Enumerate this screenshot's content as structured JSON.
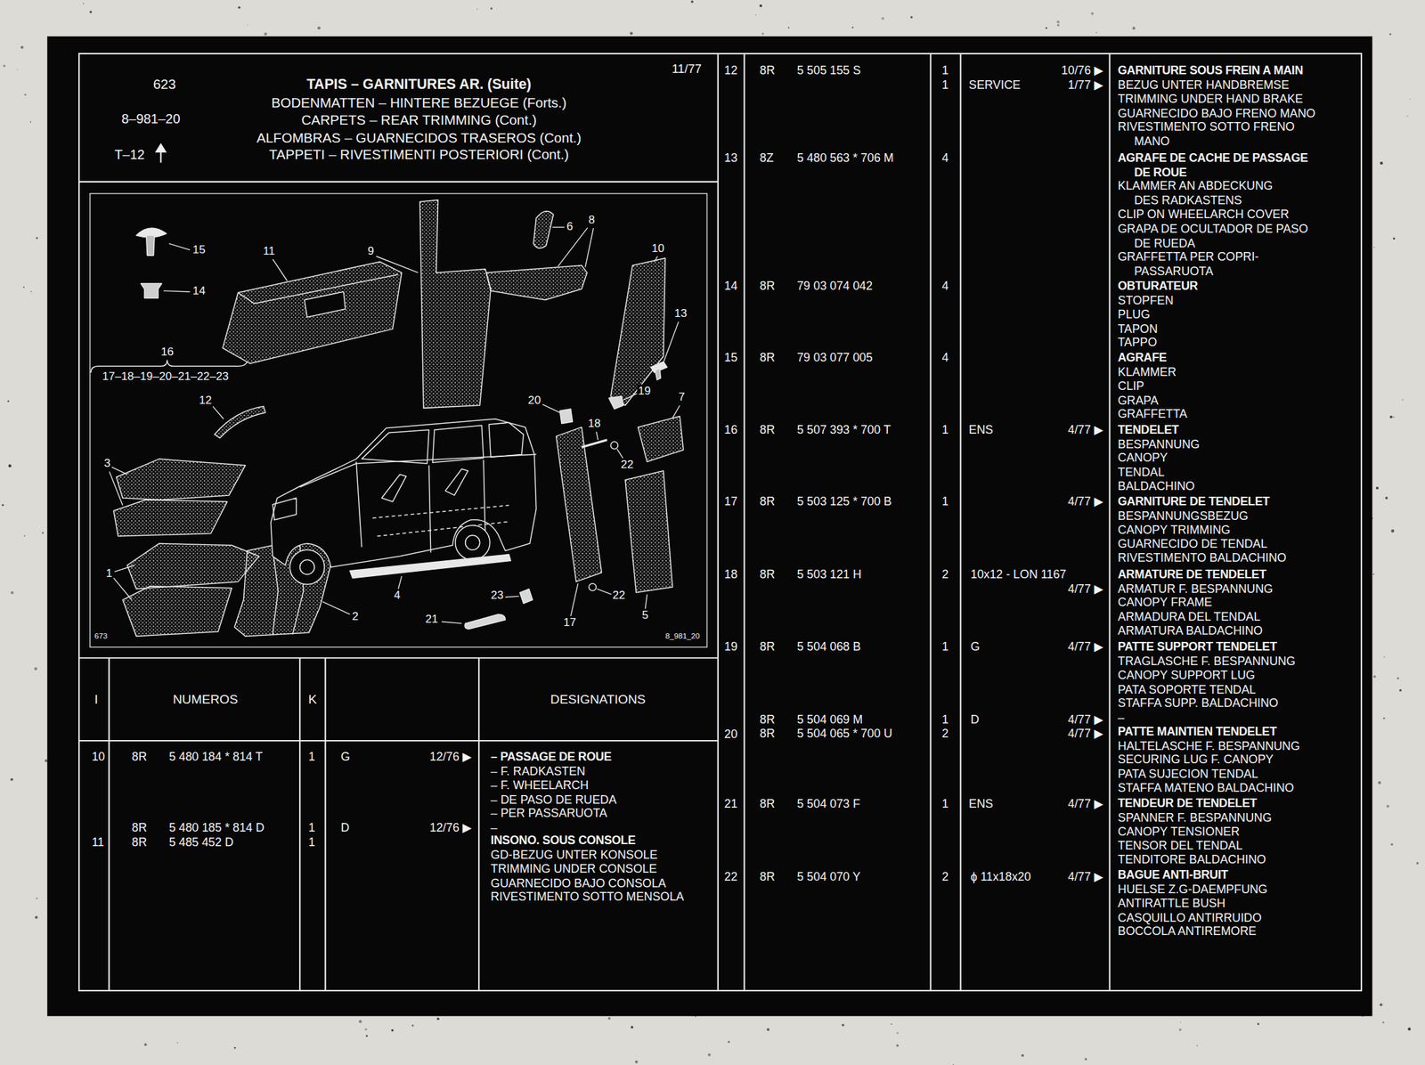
{
  "diagram": {
    "title": "TAPIS – GARNITURES AR. (Suite)",
    "labels": [
      "BODENMATTEN – HINTERE BEZUEGE (Forts.)",
      "CARPETS – REAR TRIMMING (Cont.)",
      "ALFOMBRAS – GUARNECIDOS TRASEROS (Cont.)",
      "TAPPETI – RIVESTIMENTI POSTERIORI (Cont.)",
      "623",
      "8–981–20",
      "T–12",
      "11/77",
      "6",
      "8",
      "15",
      "11",
      "9",
      "10",
      "14",
      "13",
      "16",
      "17–18–19–20–21–22–23",
      "19",
      "12",
      "20",
      "7",
      "18",
      "3",
      "22",
      "1",
      "22",
      "23",
      "4",
      "17",
      "2",
      "5",
      "21",
      "673",
      "8_981_20",
      "I",
      "NUMEROS",
      "K",
      "DESIGNATIONS",
      "10",
      "8R",
      "5 480 184 * 814 T",
      "1",
      "G",
      "12/76 ▶",
      "– PASSAGE DE ROUE",
      "– F. RADKASTEN",
      "– F. WHEELARCH",
      "– DE PASO DE RUEDA",
      "– PER PASSARUOTA",
      "–",
      "8R",
      "5 480 185 * 814 D",
      "1",
      "D",
      "12/76 ▶",
      "11",
      "8R",
      "5 485 452 D",
      "1",
      "INSONO. SOUS CONSOLE",
      "GD-BEZUG UNTER KONSOLE",
      "TRIMMING UNDER CONSOLE",
      "GUARNECIDO BAJO CONSOLA",
      "RIVESTIMENTO SOTTO MENSOLA",
      "12",
      "8R",
      "5 505 155 S",
      "1",
      "1",
      "SERVICE",
      "10/76 ▶",
      "1/77 ▶",
      "GARNITURE SOUS FREIN A MAIN",
      "BEZUG UNTER HANDBREMSE",
      "TRIMMING UNDER HAND BRAKE",
      "GUARNECIDO BAJO FRENO MANO",
      "RIVESTIMENTO SOTTO FRENO MANO",
      "13",
      "8Z",
      "5 480 563 * 706 M",
      "4",
      "AGRAFE DE CACHE DE PASSAGE DE ROUE",
      "KLAMMER AN ABDECKUNG DES RADKASTENS",
      "CLIP ON WHEELARCH COVER",
      "GRAPA DE OCULTADOR DE PASO DE RUEDA",
      "GRAFFETTA PER COPRI- PASSARUOTA",
      "14",
      "8R",
      "79 03 074 042",
      "4",
      "OBTURATEUR",
      "STOPFEN",
      "PLUG",
      "TAPON",
      "TAPPO",
      "15",
      "8R",
      "79 03 077 005",
      "4",
      "AGRAFE",
      "KLAMMER",
      "CLIP",
      "GRAPA",
      "GRAFFETTA",
      "16",
      "8R",
      "5 507 393 * 700 T",
      "1",
      "ENS",
      "4/77 ▶",
      "TENDELET",
      "BESPANNUNG",
      "CANOPY",
      "TENDAL",
      "BALDACHINO",
      "17",
      "8R",
      "5 503 125 * 700 B",
      "1",
      "4/77 ▶",
      "GARNITURE DE TENDELET",
      "BESPANNUNGSBEZUG",
      "CANOPY TRIMMING",
      "GUARNECIDO DE TENDAL",
      "RIVESTIMENTO BALDACHINO",
      "18",
      "8R",
      "5 503 121 H",
      "2",
      "10x12 - LON 1167",
      "4/77 ▶",
      "ARMATURE DE TENDELET",
      "ARMATUR F. BESPANNUNG",
      "CANOPY FRAME",
      "ARMADURA DEL TENDAL",
      "ARMATURA BALDACHINO",
      "19",
      "8R",
      "5 504 068 B",
      "1",
      "G",
      "4/77 ▶",
      "PATTE SUPPORT TENDELET",
      "TRAGLASCHE F. BESPANNUNG",
      "CANOPY SUPPORT LUG",
      "PATA SOPORTE TENDAL",
      "STAFFA SUPP. BALDACHINO",
      "–",
      "8R",
      "5 504 069 M",
      "1",
      "D",
      "4/77 ▶",
      "20",
      "8R",
      "5 504 065 * 700 U",
      "2",
      "4/77 ▶",
      "PATTE MAINTIEN TENDELET",
      "HALTELASCHE F. BESPANNUNG",
      "SECURING LUG F. CANOPY",
      "PATA SUJECION TENDAL",
      "STAFFA MATENO BALDACHINO",
      "21",
      "8R",
      "5 504 073 F",
      "1",
      "ENS",
      "4/77 ▶",
      "TENDEUR DE TENDELET",
      "SPANNER F. BESPANNUNG",
      "CANOPY TENSIONER",
      "TENSOR DEL TENDAL",
      "TENDITORE BALDACHINO",
      "22",
      "8R",
      "5 504 070 Y",
      "2",
      "ϕ 11x18x20",
      "4/77 ▶",
      "BAGUE ANTI-BRUIT",
      "HUELSE Z.G-DAEMPFUNG",
      "ANTIRATTLE BUSH",
      "CASQUILLO ANTIRRUIDO",
      "BOCCOLA ANTIREMORE"
    ]
  }
}
